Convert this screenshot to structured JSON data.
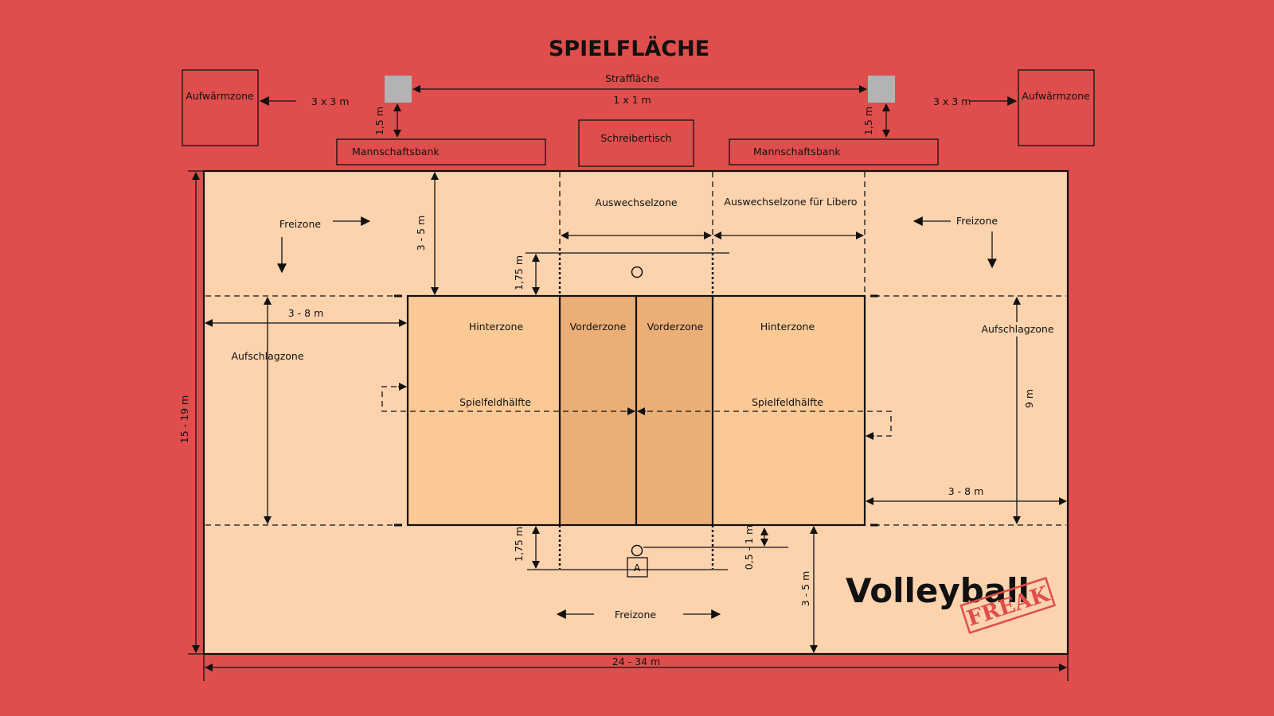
{
  "title": "SPIELFLÄCHE",
  "colors": {
    "background": "#df4e4c",
    "free_zone": "#fdd3ae",
    "back_zone": "#fbc995",
    "front_zone": "#ebae76",
    "penalty_box": "#b3b3b3"
  },
  "labels": {
    "warmup_left": "Aufwärmzone",
    "warmup_right": "Aufwärmzone",
    "warmup_size_left": "3 x 3 m",
    "warmup_size_right": "3 x 3 m",
    "penalty_area": "Straffläche",
    "penalty_size": "1 x 1 m",
    "bench_dist_left": "1,5 m",
    "bench_dist_right": "1,5 m",
    "bench_left": "Mannschaftsbank",
    "bench_right": "Mannschaftsbank",
    "scorer_table": "Schreibertisch",
    "substitution_zone": "Auswechselzone",
    "libero_zone": "Auswechselzone für Libero",
    "free_zone_left": "Freizone",
    "free_zone_right": "Freizone",
    "free_zone_bottom": "Freizone",
    "free_zone_depth_top": "3 - 5 m",
    "free_zone_depth_bottom": "3 - 5 m",
    "line_dist_top": "1,75 m",
    "line_dist_bottom": "1,75 m",
    "service_zone_left": "Aufschlagzone",
    "service_zone_right": "Aufschlagzone",
    "service_depth_left": "3 - 8 m",
    "service_depth_right": "3 - 8 m",
    "back_zone_left": "Hinterzone",
    "back_zone_right": "Hinterzone",
    "front_zone_left": "Vorderzone",
    "front_zone_right": "Vorderzone",
    "court_half_left": "Spielfeldhälfte",
    "court_half_right": "Spielfeldhälfte",
    "court_width": "9 m",
    "referee_dist": "0,5 - 1 m",
    "referee": "A",
    "total_width": "15 - 19 m",
    "total_length": "24 - 34 m"
  },
  "logo": {
    "brand": "Volleyball",
    "stamp": "FREAK"
  }
}
